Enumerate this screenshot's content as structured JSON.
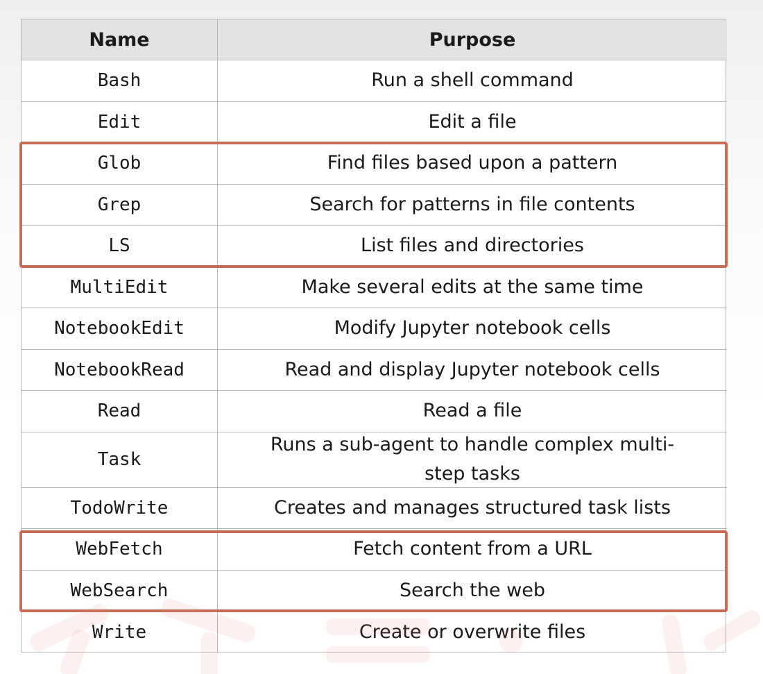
{
  "table": {
    "headers": {
      "name": "Name",
      "purpose": "Purpose"
    },
    "rows": [
      {
        "name": "Bash",
        "purpose": "Run a shell command"
      },
      {
        "name": "Edit",
        "purpose": "Edit a file"
      },
      {
        "name": "Glob",
        "purpose": "Find files based upon a pattern"
      },
      {
        "name": "Grep",
        "purpose": "Search for patterns in file contents"
      },
      {
        "name": "LS",
        "purpose": "List files and directories"
      },
      {
        "name": "MultiEdit",
        "purpose": "Make several edits at the same time"
      },
      {
        "name": "NotebookEdit",
        "purpose": "Modify Jupyter notebook cells"
      },
      {
        "name": "NotebookRead",
        "purpose": "Read and display Jupyter notebook cells"
      },
      {
        "name": "Read",
        "purpose": "Read a file"
      },
      {
        "name": "Task",
        "purpose": "Runs a sub-agent to handle complex multi-step tasks"
      },
      {
        "name": "TodoWrite",
        "purpose": "Creates and manages structured task lists"
      },
      {
        "name": "WebFetch",
        "purpose": "Fetch content from a URL"
      },
      {
        "name": "WebSearch",
        "purpose": "Search the web"
      },
      {
        "name": "Write",
        "purpose": "Create or overwrite files"
      }
    ]
  },
  "highlight_color": "#c96c56"
}
